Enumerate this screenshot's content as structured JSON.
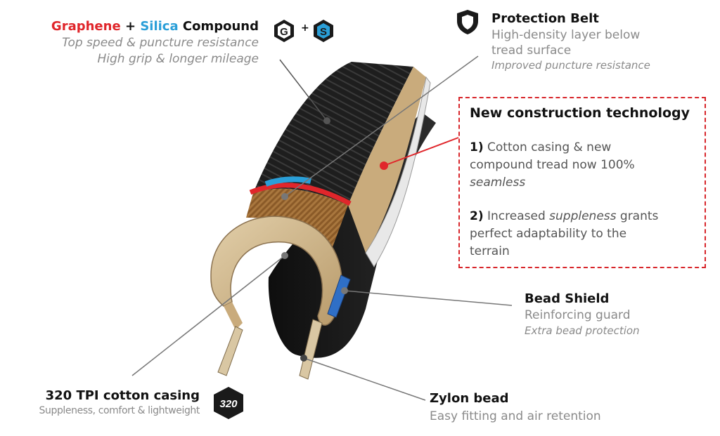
{
  "compound": {
    "graphene": "Graphene",
    "plus": "+",
    "silica": "Silica",
    "compound": "Compound",
    "line1": "Top speed & puncture resistance",
    "line2": "High grip & longer mileage",
    "badge_g": "G",
    "badge_plus": "+",
    "badge_s": "S"
  },
  "protection_belt": {
    "title": "Protection Belt",
    "line1": "High-density layer below",
    "line2": "tread surface",
    "line3": "Improved puncture resistance"
  },
  "new_tech": {
    "title": "New construction technology",
    "item1_num": "1)",
    "item1_line1": "Cotton casing & new",
    "item1_line2": "compound tread now 100%",
    "item1_line3": "seamless",
    "item2_num": "2)",
    "item2_pre": "Increased",
    "item2_ital": "suppleness",
    "item2_post": "grants",
    "item2_line2": "perfect adaptability to the",
    "item2_line3": "terrain"
  },
  "bead_shield": {
    "title": "Bead Shield",
    "line1": "Reinforcing guard",
    "line2": "Extra bead protection"
  },
  "casing": {
    "title": "320 TPI cotton casing",
    "line1": "Suppleness, comfort & lightweight",
    "badge": "320"
  },
  "zylon": {
    "title": "Zylon bead",
    "line1": "Easy fitting and air retention"
  },
  "colors": {
    "red": "#e0262b",
    "blue": "#2a9fd8",
    "tread": "#1c1c1c",
    "casing": "#cdb48e"
  }
}
